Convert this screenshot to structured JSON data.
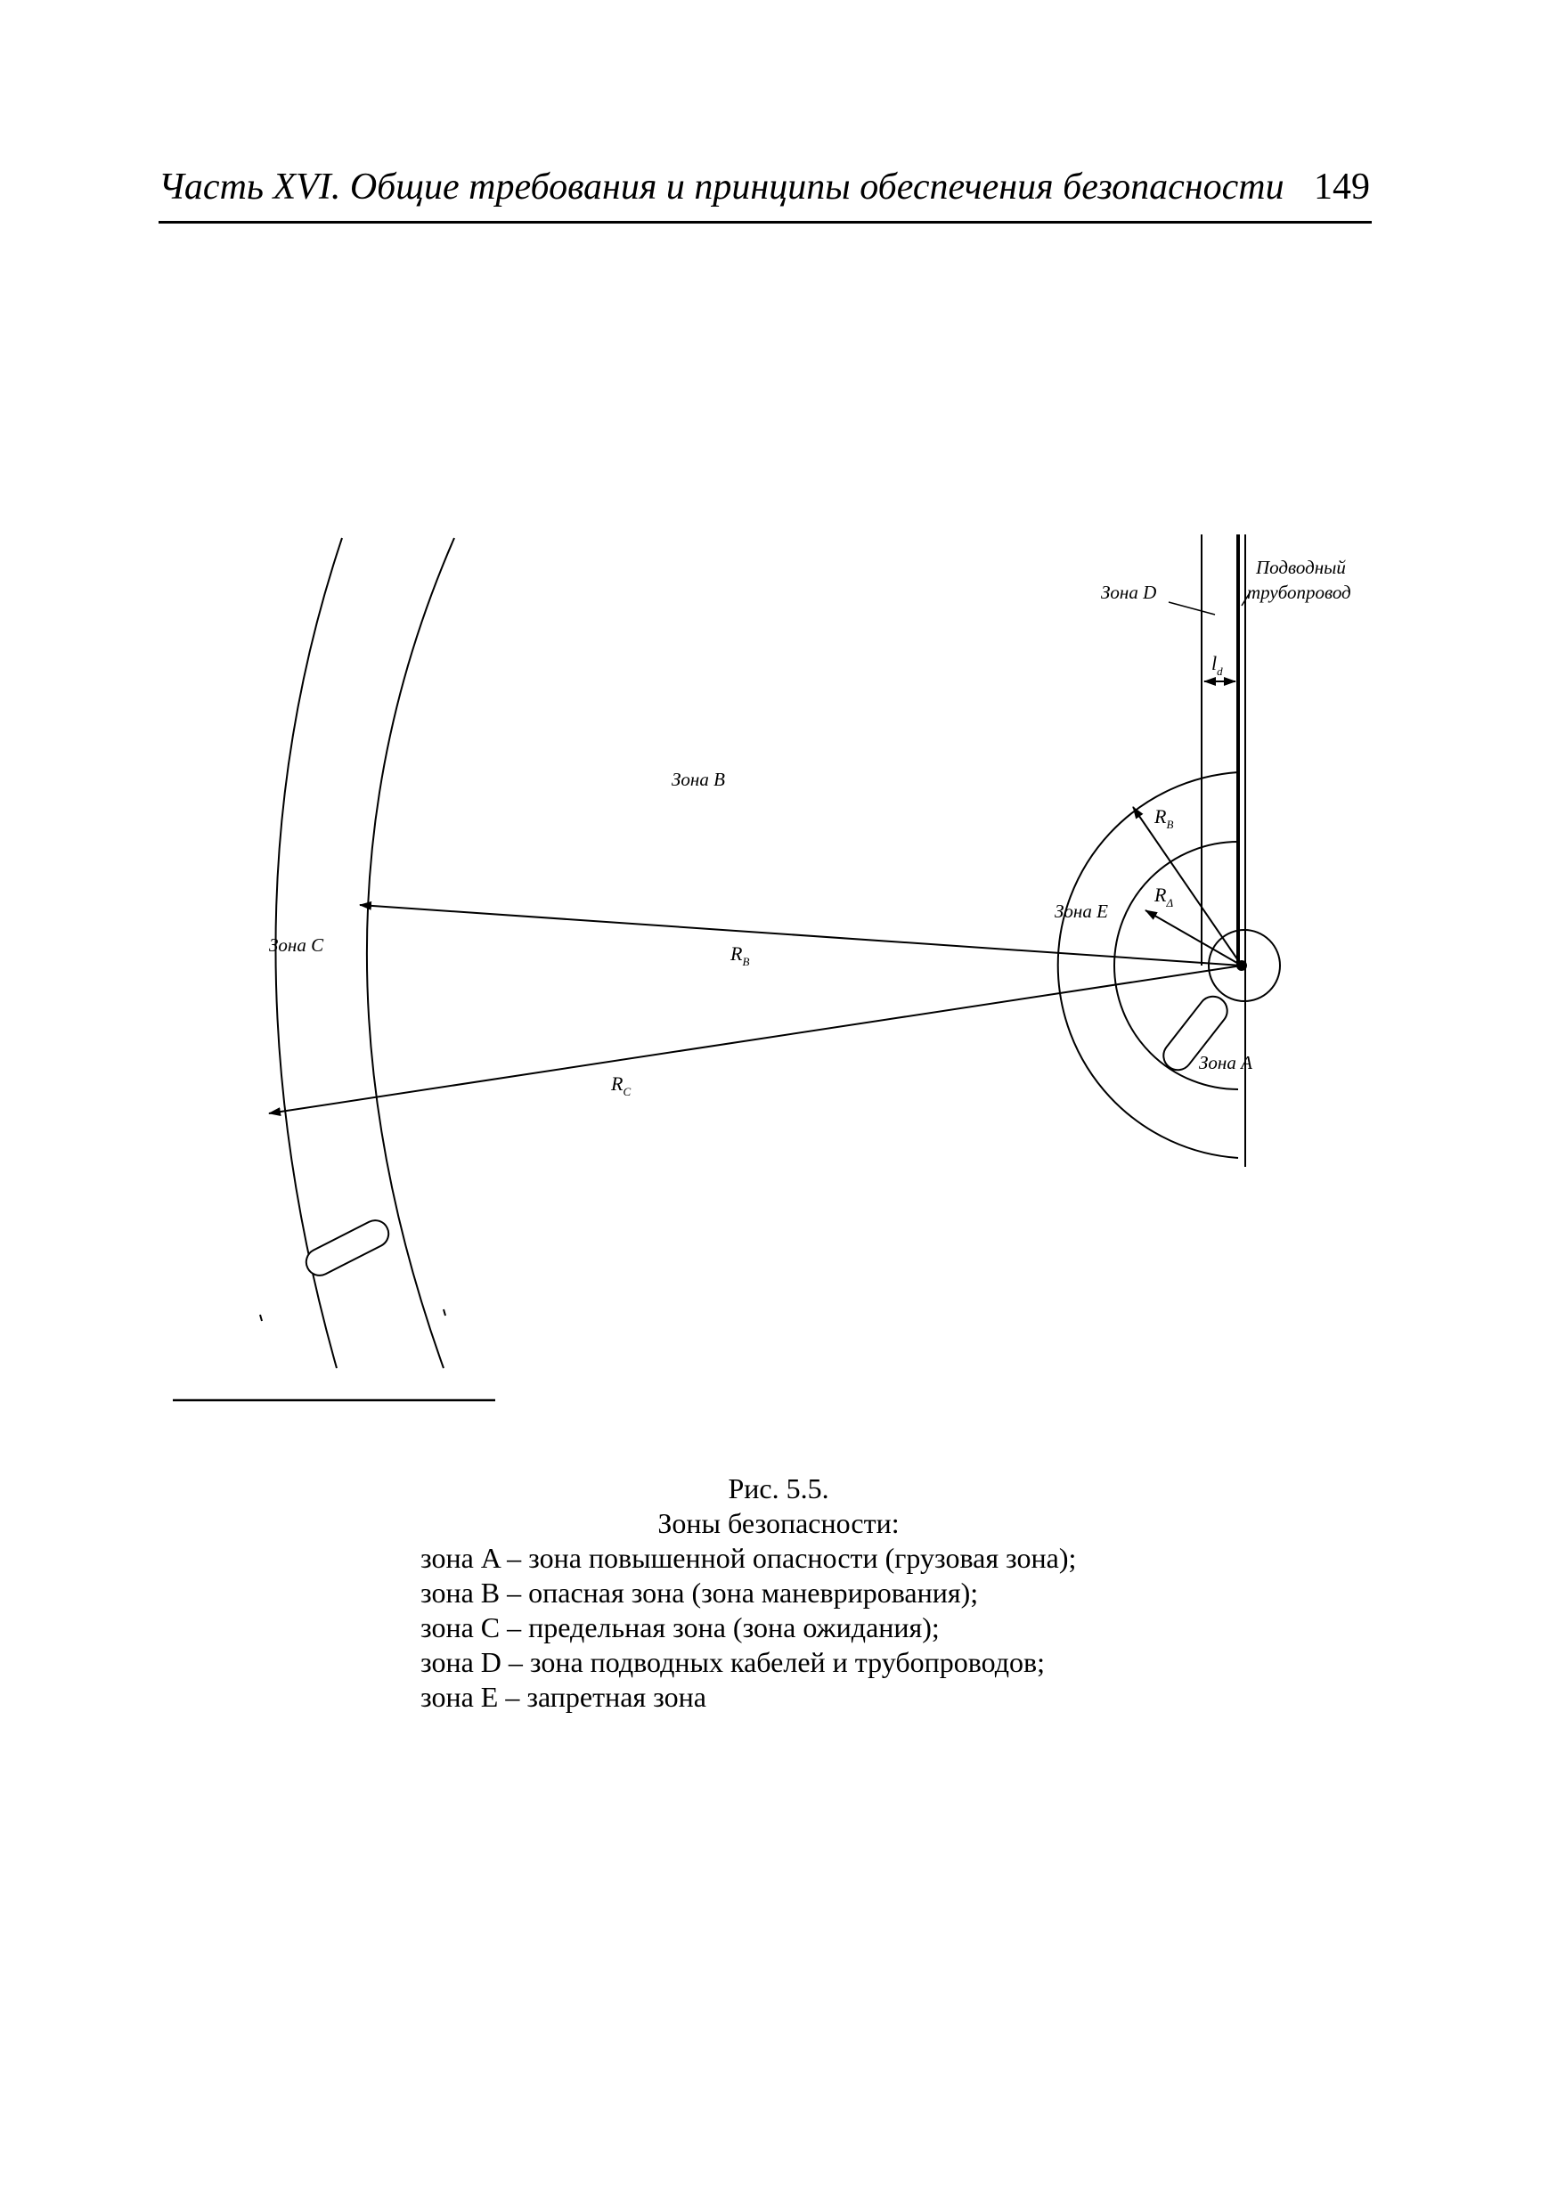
{
  "header": {
    "title": "Часть XVI. Общие требования и принципы обеспечения безопасности",
    "page_number": "149"
  },
  "diagram": {
    "zone_a": "Зона A",
    "zone_b": "Зона B",
    "zone_c": "Зона C",
    "zone_d": "Зона D",
    "zone_e": "Зона E",
    "pipeline": [
      "Подводный",
      "трубопровод"
    ],
    "r_b_main": "R",
    "r_b_main_sub": "B",
    "r_c": "R",
    "r_c_sub": "C",
    "r_b_small": "R",
    "r_b_small_sub": "B",
    "r_delta": "R",
    "r_delta_sub": "Δ",
    "l_d": "l",
    "l_d_sub": "d"
  },
  "caption": {
    "figure": "Рис. 5.5.",
    "title": "Зоны безопасности:",
    "items": [
      "зона A – зона повышенной опасности (грузовая зона);",
      "зона B – опасная зона (зона маневрирования);",
      "зона C – предельная зона (зона ожидания);",
      "зона D – зона подводных кабелей и трубопроводов;",
      "зона E – запретная зона"
    ]
  }
}
